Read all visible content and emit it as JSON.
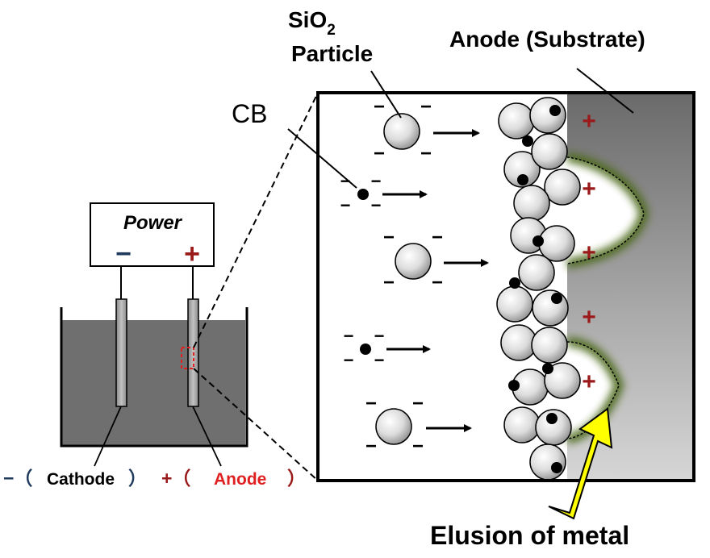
{
  "labels": {
    "sio2_main": "SiO",
    "sio2_sub": "2",
    "particle": "Particle",
    "anode_substrate": "Anode (Substrate)",
    "cb": "CB",
    "power": "Power",
    "power_minus": "−",
    "power_plus": "+",
    "cathode_prefix": "−（",
    "cathode": "Cathode",
    "cathode_suffix": "）",
    "anode_prefix": "+（",
    "anode": "Anode",
    "anode_suffix": "）",
    "elusion": "Elusion of metal",
    "charge_minus": "−",
    "charge_plus": "+"
  },
  "colors": {
    "electrolyte": "#6f6f6f",
    "electrode": "#a8a8a8",
    "substrate_dark": "#6a6a6a",
    "substrate_light": "#d4d4d4",
    "green_glow": "#4e6a1c",
    "arrow_yellow": "#ffff00",
    "anode_text": "#e02020",
    "plus_red": "#9a1a1a",
    "minus_navy": "#1f3a5c"
  },
  "icons": {
    "sio2_particle": "gray-sphere",
    "carbon_black": "black-dot",
    "motion": "right-arrow",
    "elusion_arrow": "yellow-arrow"
  }
}
